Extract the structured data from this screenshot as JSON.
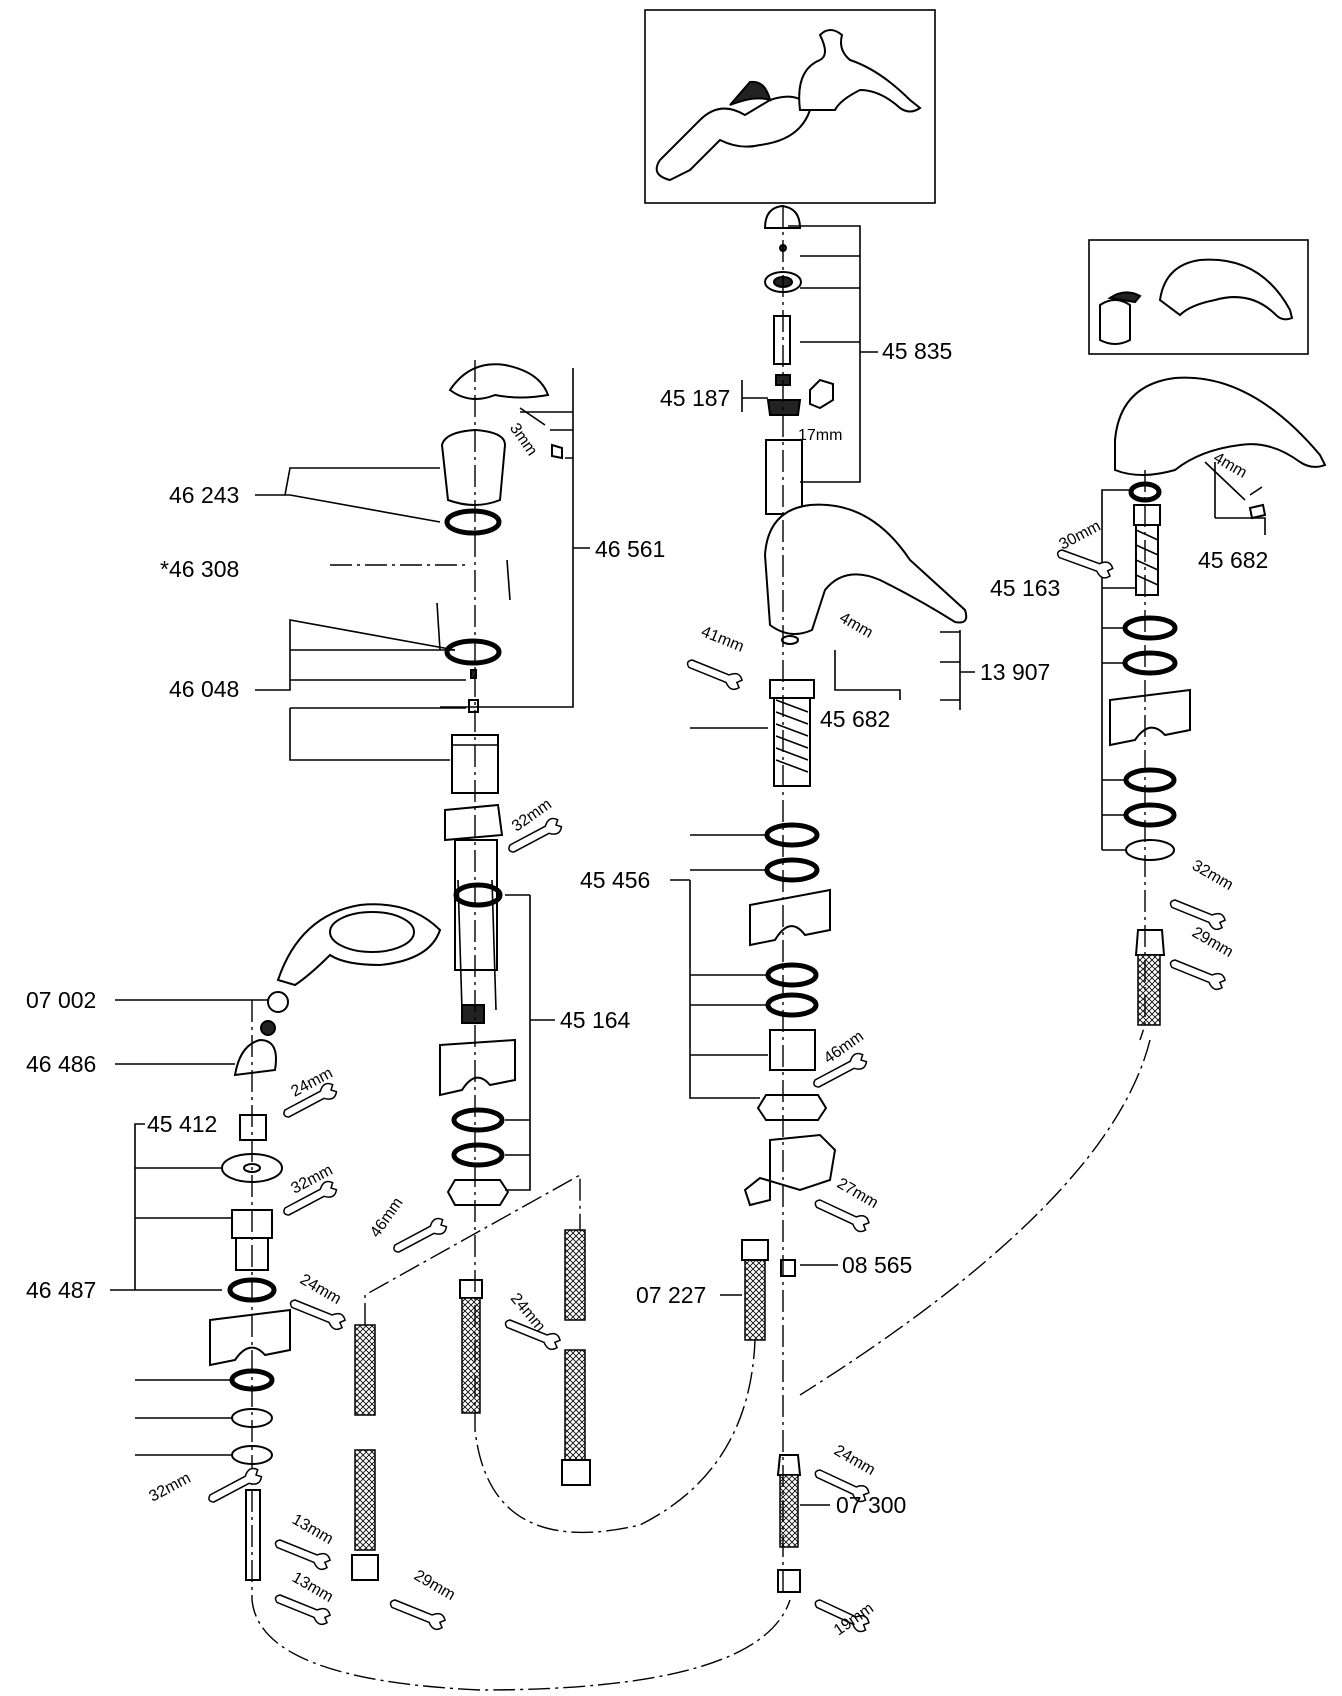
{
  "diagram": {
    "part_labels": {
      "p45835": "45 835",
      "p45187": "45 187",
      "p46243": "46 243",
      "p46308": "*46 308",
      "p46561": "46 561",
      "p46048": "46 048",
      "p45682a": "45 682",
      "p13907": "13 907",
      "p45163": "45 163",
      "p45682b": "45 682",
      "p45456": "45 456",
      "p07002": "07 002",
      "p45164": "45 164",
      "p46486": "46 486",
      "p45412": "45 412",
      "p46487": "46 487",
      "p07227": "07 227",
      "p08565": "08 565",
      "p07300": "07 300"
    },
    "wrench_labels": {
      "w17": "17mm",
      "w3": "3mm",
      "w4a": "4mm",
      "w4b": "4mm",
      "w41": "41mm",
      "w30": "30mm",
      "w32a": "32mm",
      "w32b": "32mm",
      "w32c": "32mm",
      "w32d": "32mm",
      "w29a": "29mm",
      "w29b": "29mm",
      "w46a": "46mm",
      "w46b": "46mm",
      "w24a": "24mm",
      "w24b": "24mm",
      "w24c": "24mm",
      "w24d": "24mm",
      "w27": "27mm",
      "w13a": "13mm",
      "w13b": "13mm",
      "w19": "19mm"
    },
    "icons": [
      "faucet-inset-icon",
      "spout-inset-icon",
      "wrench-icon",
      "hex-key-icon",
      "hand-shower-icon",
      "braided-hose-icon"
    ]
  }
}
